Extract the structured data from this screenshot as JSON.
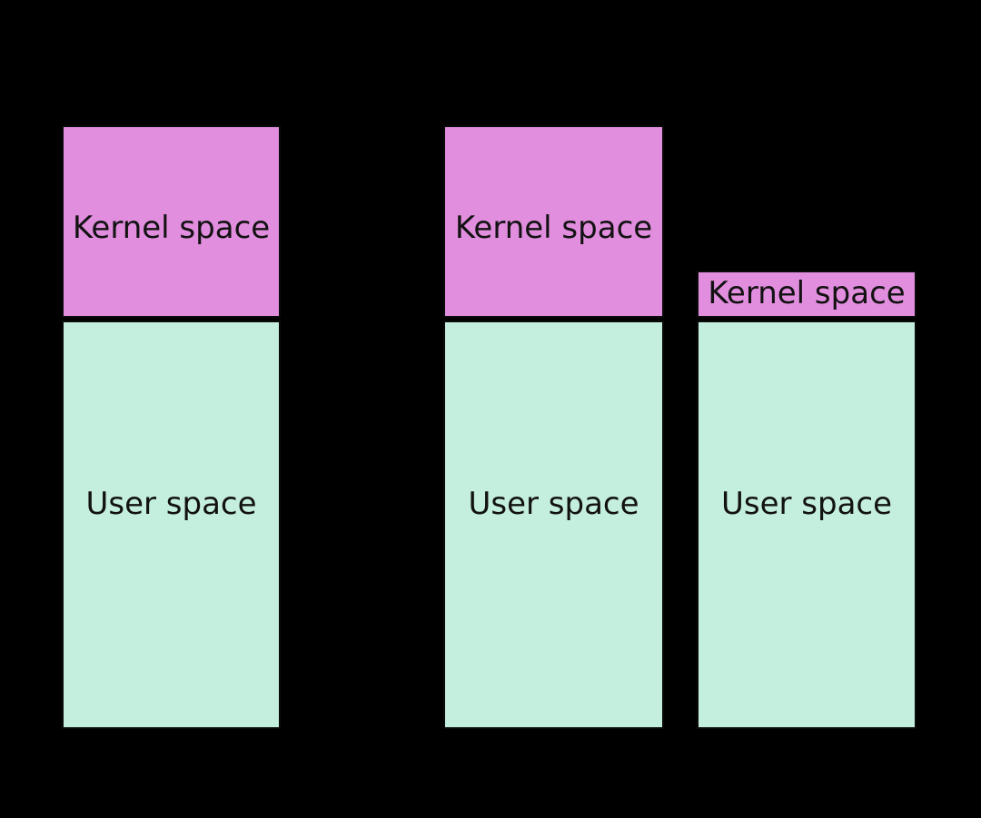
{
  "background": "#000000",
  "colors": {
    "background": "#000000",
    "kernel": "#e18ede",
    "user": "#c4eedd",
    "border": "#0a0a0a",
    "text": "#121212"
  },
  "diagram": {
    "description": "Three memory-layout columns on a black background, each split into a kernel space region (pink) above a user space region (mint green). Columns 1 and 2 have large kernel regions; column 3 has a thin kernel strip.",
    "columns": [
      {
        "id": "column-1",
        "kernel_label": "Kernel space",
        "user_label": "User space",
        "kernel_size": "large"
      },
      {
        "id": "column-2",
        "kernel_label": "Kernel space",
        "user_label": "User space",
        "kernel_size": "large"
      },
      {
        "id": "column-3",
        "kernel_label": "Kernel space",
        "user_label": "User space",
        "kernel_size": "thin"
      }
    ]
  }
}
